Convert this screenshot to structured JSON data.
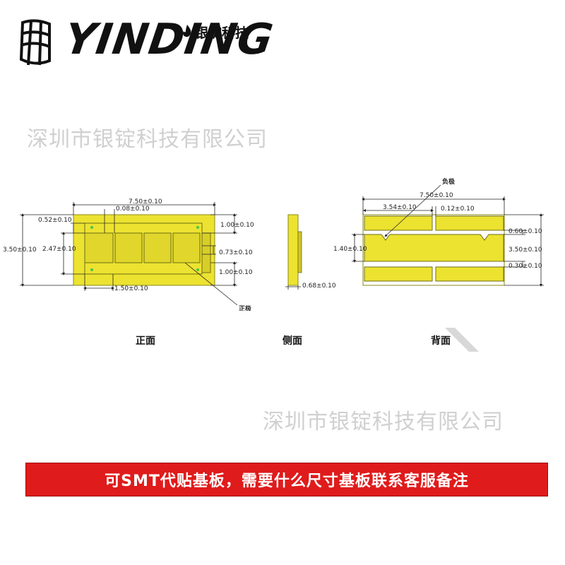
{
  "logo": {
    "wordmark": "YINDING",
    "company_short": "银锭科技"
  },
  "watermark": {
    "text": "深圳市银锭科技有限公司"
  },
  "front_view": {
    "label": "正面",
    "dims": {
      "width_total": "7.50±0.10",
      "gap_top": "0.08±0.10",
      "left_inset": "0.52±0.10",
      "height_total": "3.50±0.10",
      "inner_height": "2.47±0.10",
      "top_right": "1.00±0.10",
      "mid_right": "0.73±0.10",
      "bottom_right": "1.00±0.10",
      "pad_width": "1.50±0.10"
    },
    "callout_positive": "正极"
  },
  "side_view": {
    "label": "侧面",
    "thickness": "0.68±0.10"
  },
  "back_view": {
    "label": "背面",
    "callout_negative": "负极",
    "dims": {
      "width_total": "7.50±0.10",
      "pad_width": "3.54±0.10",
      "pad_gap": "0.12±0.10",
      "gap_right": "0.60±0.10",
      "center_height": "1.40±0.10",
      "height_total": "3.50±0.10",
      "bottom_gap": "0.30±0.10"
    }
  },
  "banner": {
    "text": "可SMT代贴基板，需要什么尺寸基板联系客服备注"
  },
  "colors": {
    "pad_yellow": "#ece230",
    "pad_outline": "#8a8a1a",
    "banner_red": "#e01b1b"
  }
}
